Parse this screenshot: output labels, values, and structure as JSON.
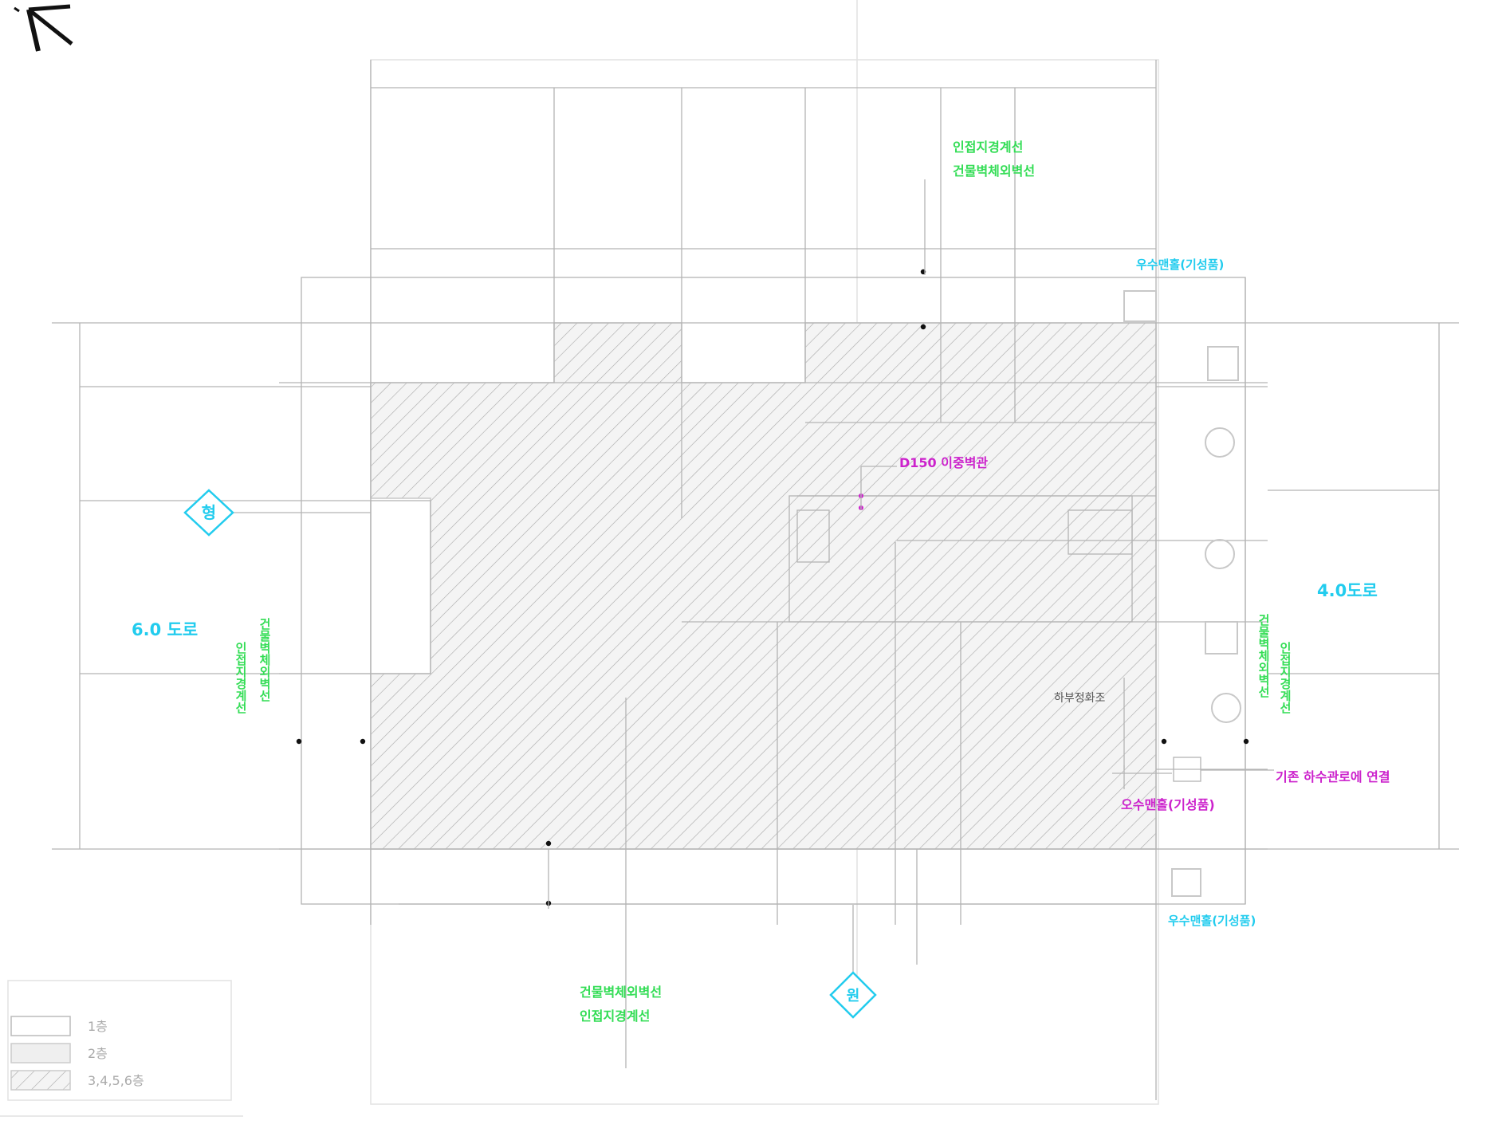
{
  "colors": {
    "green": "#33dd55",
    "cyan": "#22ccee",
    "magenta": "#cc22cc",
    "line": "#b4b4b4",
    "light_line": "#dcdcdc",
    "hatch": "#a8a8a8",
    "hatch_bg": "#f4f4f4",
    "dark": "#111111"
  },
  "icons": {
    "north_arrow": "north-arrow-icon"
  },
  "annotations": {
    "boundary_top_line1": "인접지경계선",
    "boundary_top_line2": "건물벽체외벽선",
    "manhole_top": "우수맨홀(기성품)",
    "pipe_label": "D150 이중벽관",
    "marker_west": "형",
    "marker_south": "원",
    "road_left": "6.0 도로",
    "road_right": "4.0도로",
    "vertical_left_1": "건물벽체외벽선",
    "vertical_left_2": "인접지경계선",
    "vertical_right_1": "건물벽체외벽선",
    "vertical_right_2": "인접지경계선",
    "court_label": "하부정화조",
    "sewer_connect": "기존 하수관로에 연결",
    "manhole_right": "오수맨홀(기성품)",
    "manhole_bottom": "우수맨홀(기성품)",
    "boundary_bottom_line1": "건물벽체외벽선",
    "boundary_bottom_line2": "인접지경계선"
  },
  "legend": [
    {
      "label": "1층",
      "fill": "none"
    },
    {
      "label": "2층",
      "fill": "light"
    },
    {
      "label": "3,4,5,6층",
      "fill": "hatch"
    }
  ]
}
